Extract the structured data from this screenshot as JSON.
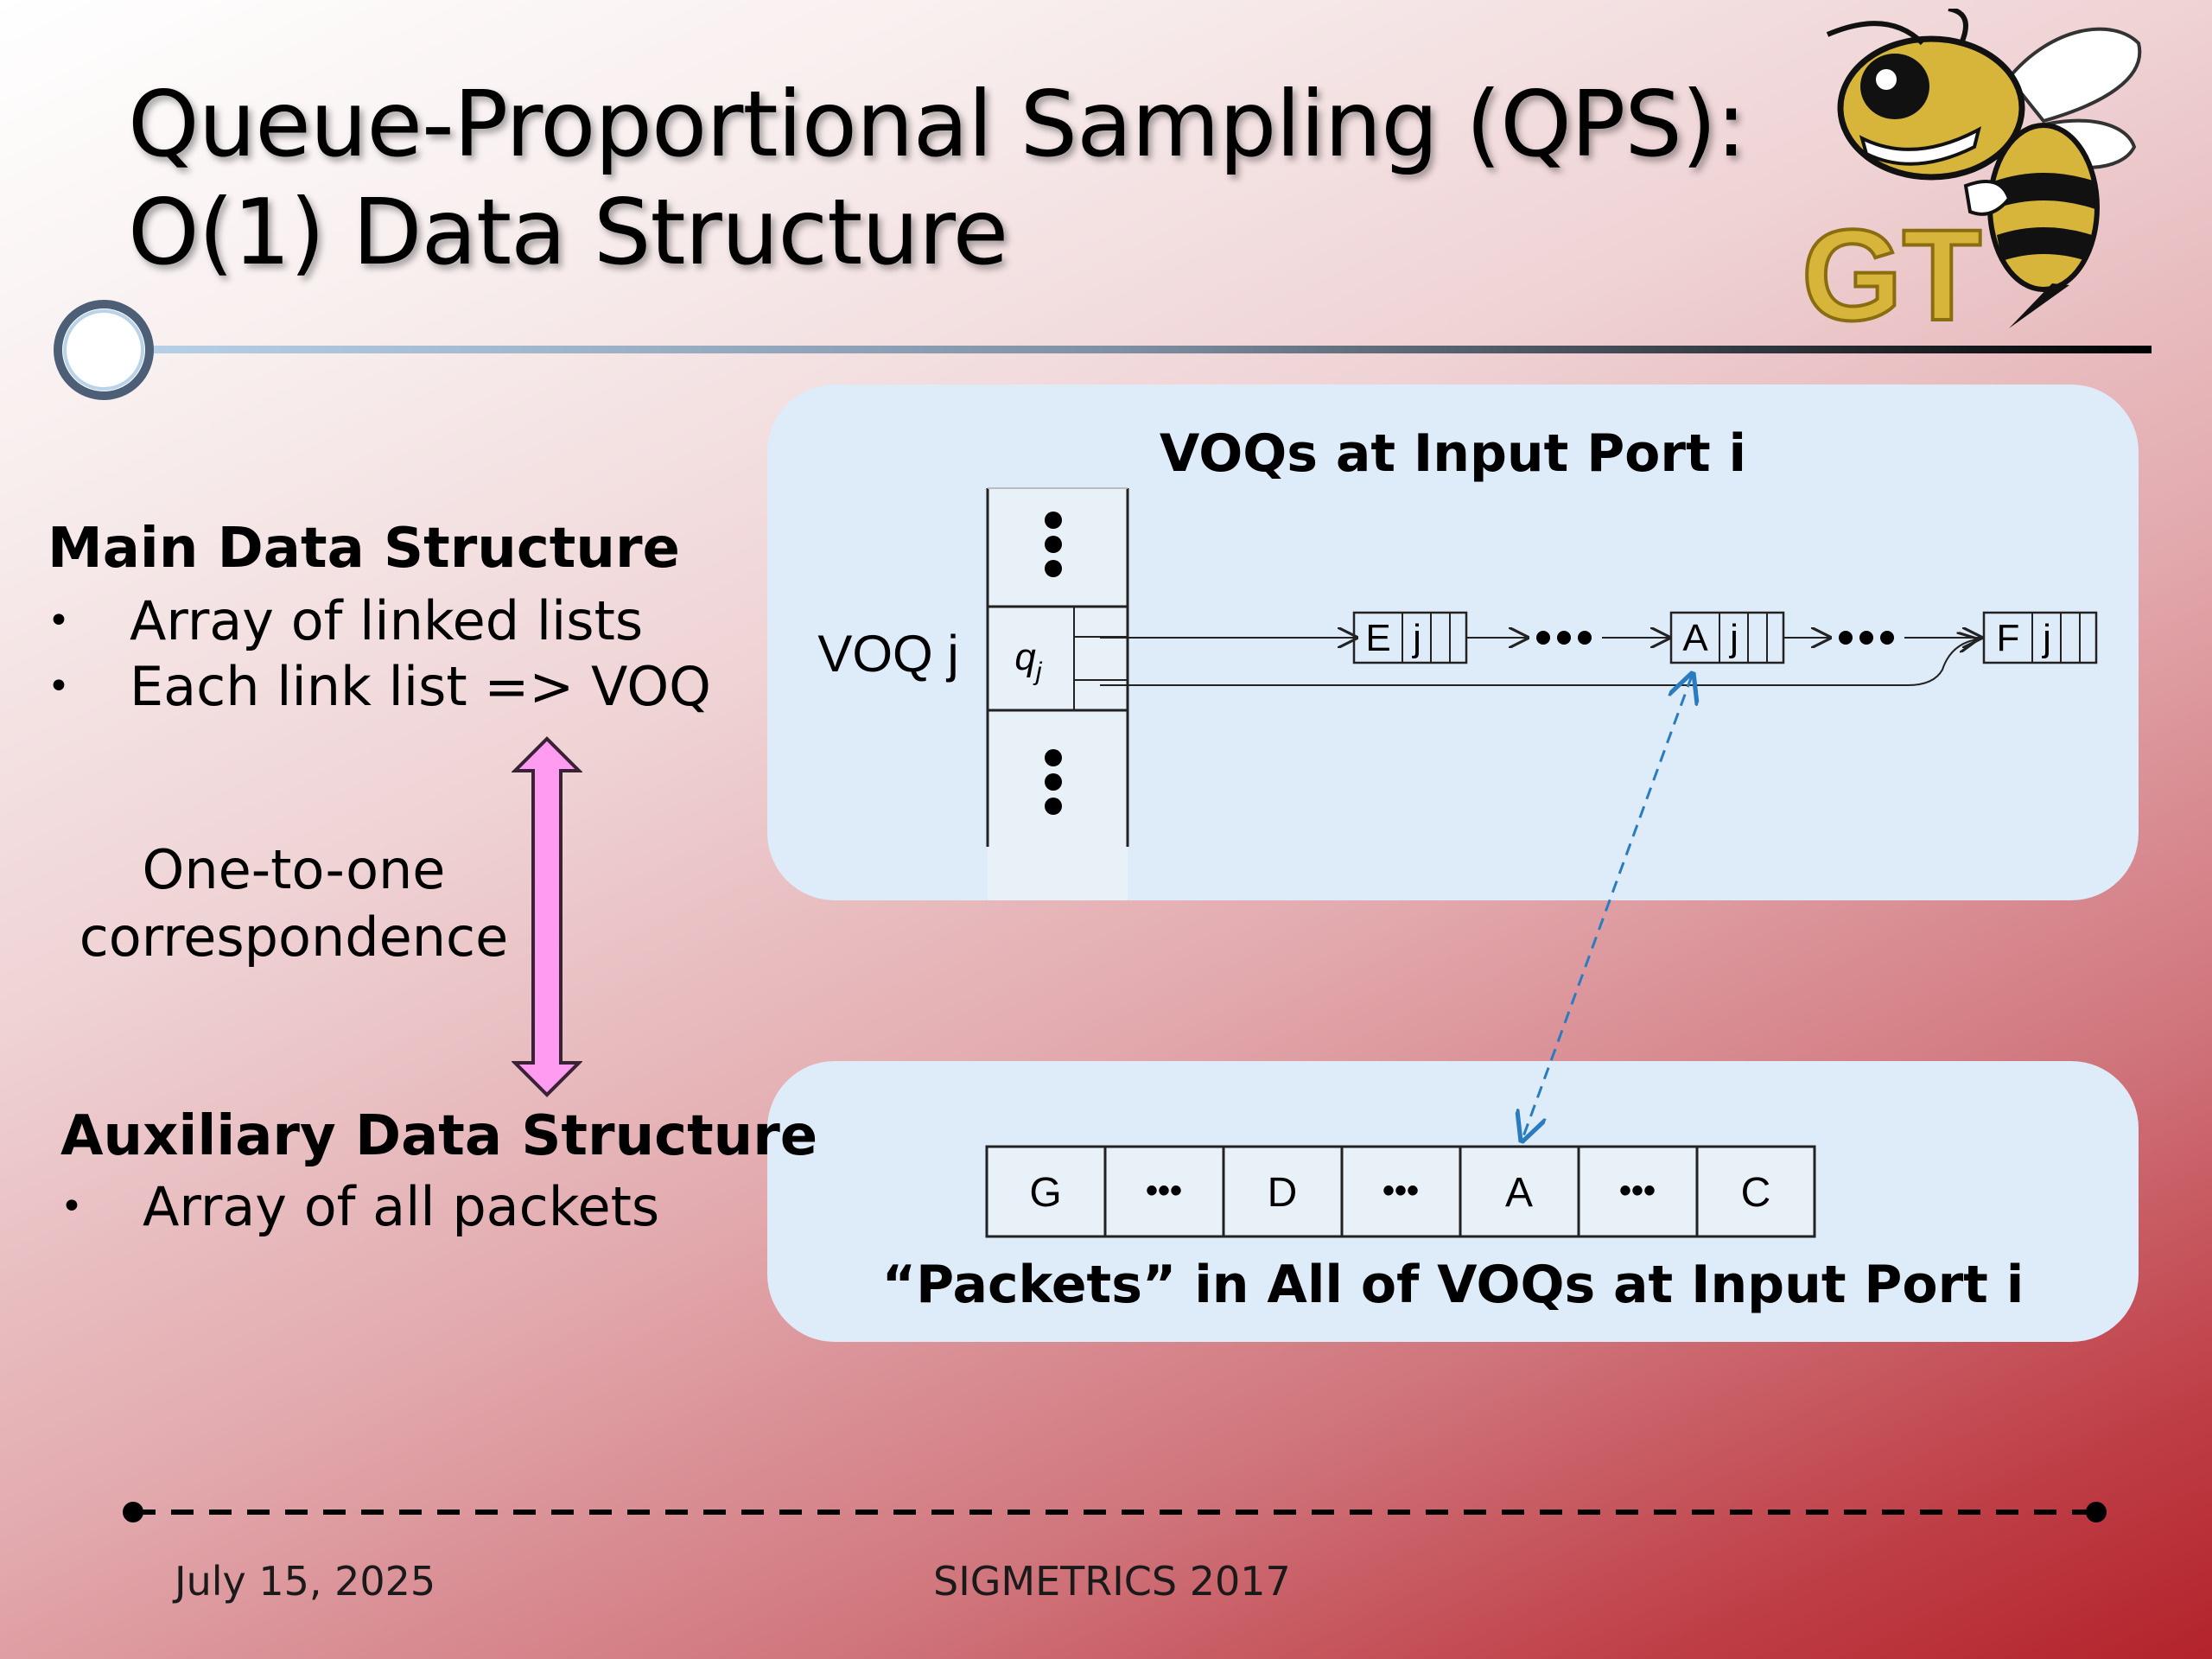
{
  "title": {
    "line1": "Queue-Proportional Sampling (QPS):",
    "line2": "O(1) Data Structure"
  },
  "left": {
    "main_heading": "Main Data Structure",
    "main_bullets": [
      "Array of linked lists",
      "Each link list => VOQ"
    ],
    "correspondence_line1": "One-to-one",
    "correspondence_line2": "correspondence",
    "aux_heading": "Auxiliary Data Structure",
    "aux_bullets": [
      "Array of all packets"
    ],
    "bullet_char": "•"
  },
  "voq_panel": {
    "title": "VOQs at Input Port i",
    "voq_label": "VOQ j",
    "queue_symbol": "q",
    "queue_subscript": "j",
    "nodes": [
      {
        "letter": "E",
        "index": "j"
      },
      {
        "letter": "A",
        "index": "j"
      },
      {
        "letter": "F",
        "index": "j"
      }
    ],
    "ellipsis": "•••"
  },
  "packet_panel": {
    "cells": [
      "G",
      "•••",
      "D",
      "•••",
      "A",
      "•••",
      "C"
    ],
    "caption": "“Packets” in All of VOQs at Input Port i"
  },
  "footer": {
    "date": "July 15, 2025",
    "conference": "SIGMETRICS 2017"
  },
  "colors": {
    "panel": "#deebf8",
    "arrow_fill": "#ff9cf2",
    "dashed_link": "#2a7cc1",
    "logo_gold": "#d7b43a"
  }
}
